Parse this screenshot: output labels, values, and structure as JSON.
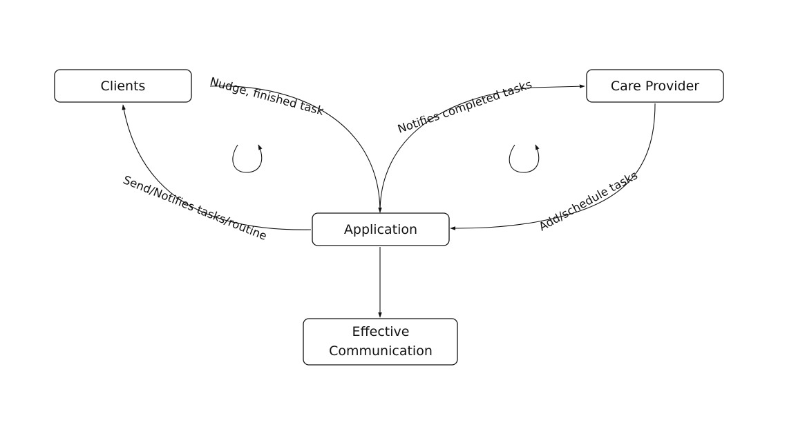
{
  "nodes": {
    "clients": {
      "label": "Clients"
    },
    "care_provider": {
      "label": "Care Provider"
    },
    "application": {
      "label": "Application"
    },
    "effective_communication": {
      "line1": "Effective",
      "line2": "Communication"
    }
  },
  "edges": {
    "nudge": {
      "label": "Nudge, finished task"
    },
    "notifies_completed": {
      "label": "Notifies completed tasks"
    },
    "send_notifies": {
      "label": "Send/Notifies tasks/routine"
    },
    "add_schedule": {
      "label": "Add/schedule tasks"
    }
  },
  "colors": {
    "stroke": "#111111",
    "background": "#ffffff"
  }
}
